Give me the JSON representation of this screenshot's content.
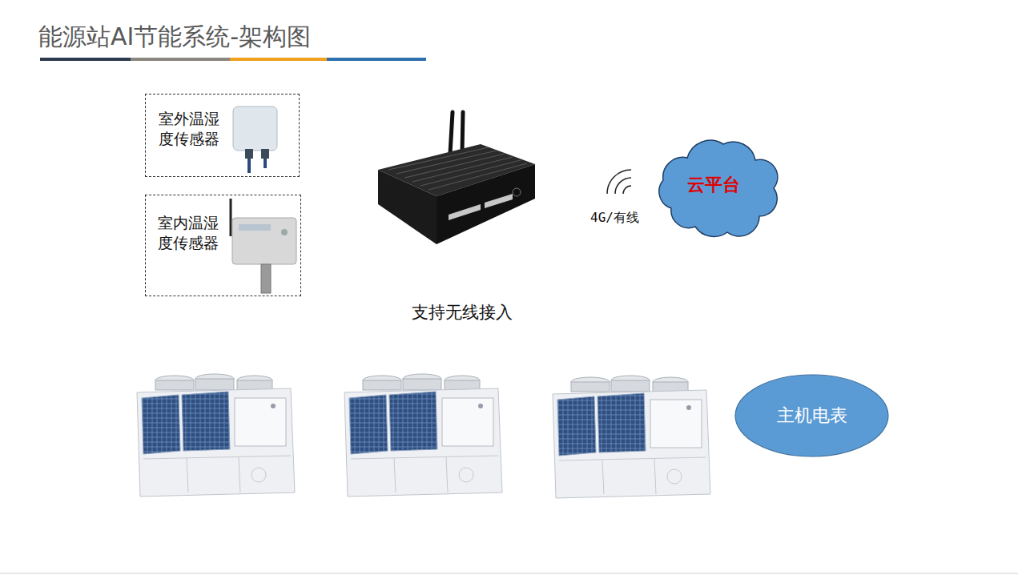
{
  "diagram": {
    "title": "能源站AI节能系统-架构图",
    "nodes": [
      {
        "text": [
          "室外温湿度传感器"
        ]
      },
      {
        "text": [
          "室内温湿度传感器"
        ]
      },
      {
        "text": [
          "云平台"
        ]
      },
      {
        "text": [
          "主机电表"
        ]
      }
    ],
    "labels": [
      "4G/有线",
      "支持无线接入"
    ]
  }
}
